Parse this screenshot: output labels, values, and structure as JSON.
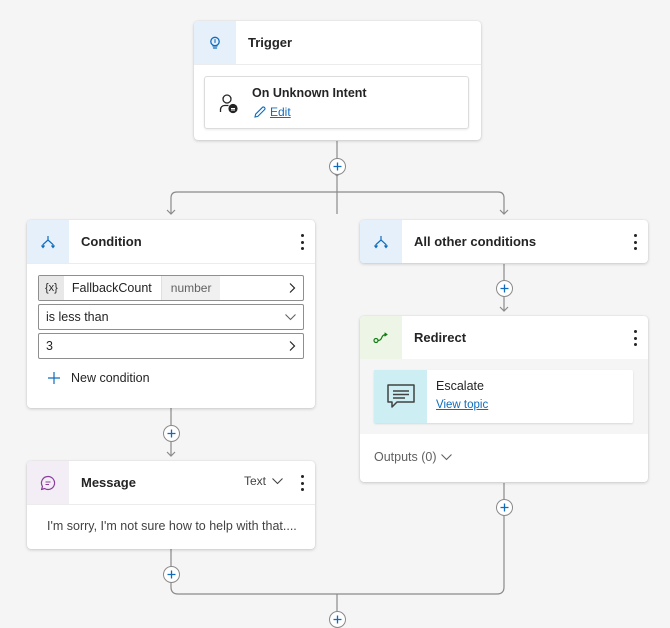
{
  "trigger": {
    "title": "Trigger",
    "icon": "lightbulb-icon",
    "event_label": "On Unknown Intent",
    "edit_label": "Edit"
  },
  "condition": {
    "title": "Condition",
    "variable_prefix": "{x}",
    "variable_name": "FallbackCount",
    "variable_type": "number",
    "operator": "is less than",
    "value": "3",
    "new_condition_label": "New condition"
  },
  "other_conditions": {
    "title": "All other conditions"
  },
  "redirect": {
    "title": "Redirect",
    "topic_name": "Escalate",
    "view_topic_label": "View topic",
    "outputs_label": "Outputs (0)"
  },
  "message": {
    "title": "Message",
    "format_label": "Text",
    "text": "I'm sorry, I'm not sure how to help with that...."
  },
  "colors": {
    "accent": "#0f6cbd",
    "canvas": "#f5f5f5",
    "connector": "#8a8a8a",
    "branch_tile": "#e6f0fb",
    "redirect_tile": "#edf6e6",
    "message_tile": "#f3edf5",
    "topic_tile": "#cdeff3"
  }
}
